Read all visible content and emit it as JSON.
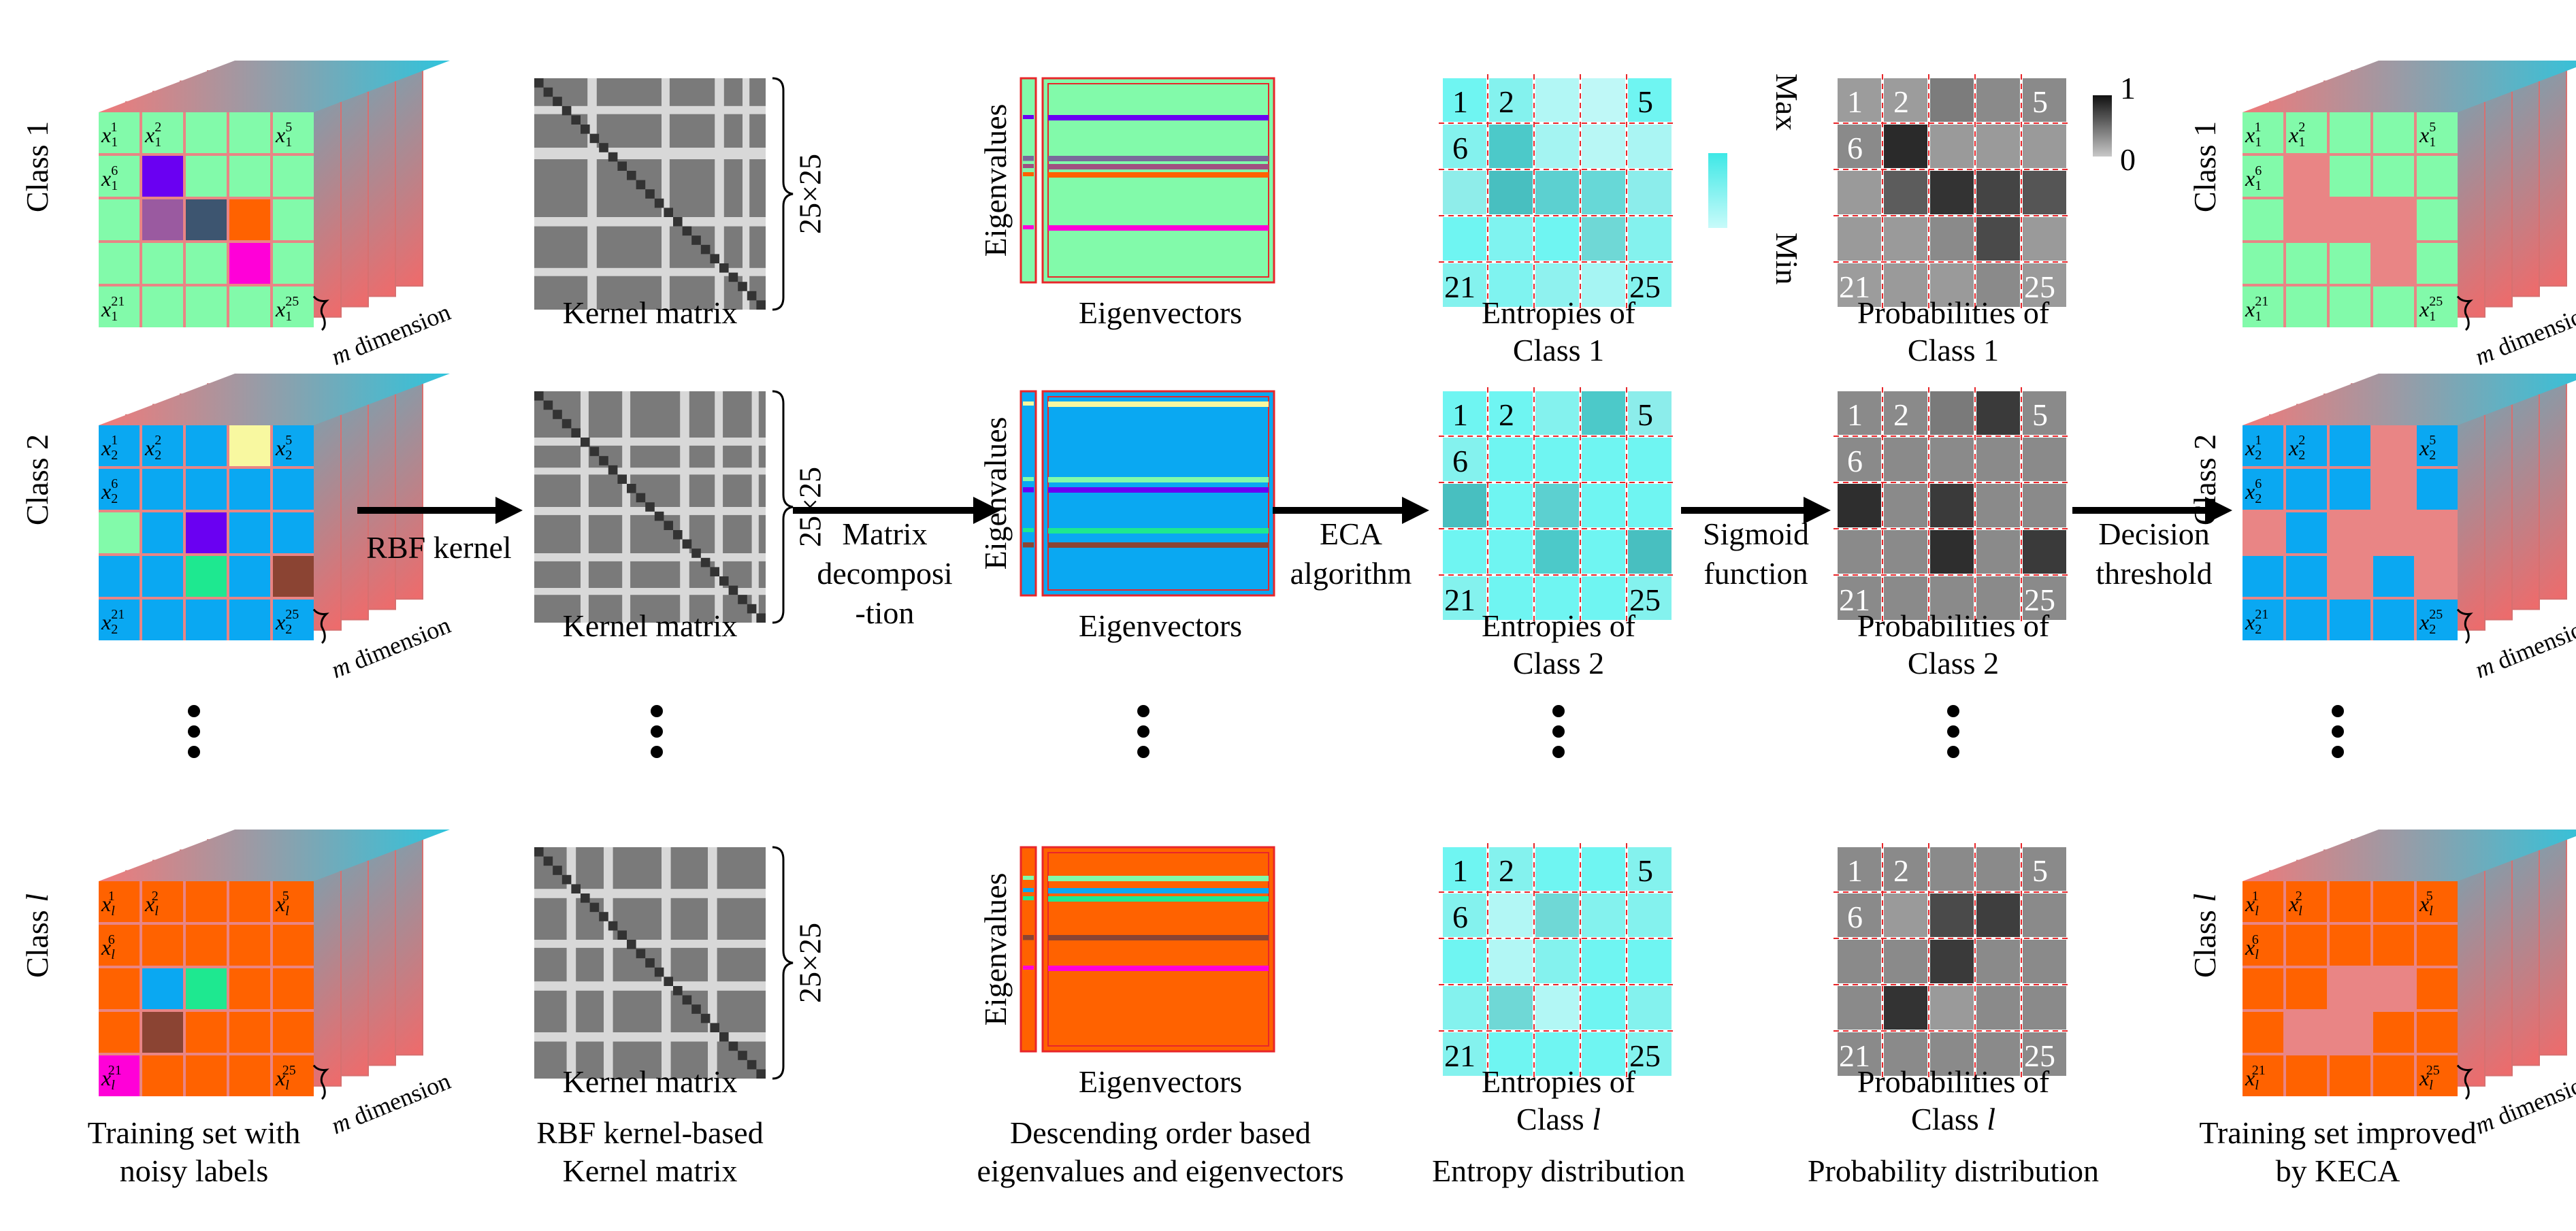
{
  "rows": [
    {
      "class_label": "Class 1",
      "class_symbol": "",
      "cube_color": "#82FAAA",
      "noisy": [
        [
          1,
          1,
          "#6A00F2"
        ],
        [
          2,
          1,
          "#9A5AA0"
        ],
        [
          2,
          2,
          "#3D5570"
        ],
        [
          2,
          3,
          "#FF6200"
        ],
        [
          3,
          3,
          "#FF00D8"
        ]
      ],
      "removed": [
        [
          1,
          1
        ],
        [
          2,
          1
        ],
        [
          2,
          2
        ],
        [
          3,
          3
        ],
        [
          2,
          3
        ]
      ],
      "cell_labels": {
        "x1": "x",
        "s1": "1",
        "p1": "1",
        "s2": "1",
        "p2": "2",
        "s5": "1",
        "p5": "5",
        "s6": "1",
        "p6": "6",
        "s21": "1",
        "p21": "21",
        "s25": "1",
        "p25": "25"
      },
      "eig_main": "#82FAAA",
      "eig_bands": [
        [
          "#6A00F2",
          0.18,
          0.02
        ],
        [
          "#7A6A9A",
          0.38,
          0.025
        ],
        [
          "#A05080",
          0.42,
          0.02
        ],
        [
          "#FF6200",
          0.46,
          0.02
        ],
        [
          "#FF00D8",
          0.72,
          0.02
        ]
      ],
      "entropy": [
        [
          "#6FF5F2",
          "#84F2EE",
          "#B2F7F5",
          "#BFF8F7",
          "#6FF5F2"
        ],
        [
          "#84F2EE",
          "#4CC9C9",
          "#A4F4F2",
          "#B8F7F5",
          "#AAF5F3"
        ],
        [
          "#8FEDEA",
          "#48BFC0",
          "#5CD0D0",
          "#67D8D7",
          "#8CEDEB"
        ],
        [
          "#6FF5F2",
          "#7FF3F0",
          "#6FF5F2",
          "#6FD8D6",
          "#84F2EE"
        ],
        [
          "#84F2EE",
          "#7FF3F0",
          "#8FF2EF",
          "#A6F5F3",
          "#84F2EE"
        ]
      ],
      "prob": [
        [
          "#9C9C9C",
          "#9C9C9C",
          "#7C7C7C",
          "#8A8A8A",
          "#8A8A8A"
        ],
        [
          "#8A8A8A",
          "#2A2A2A",
          "#9A9A9A",
          "#9A9A9A",
          "#9A9A9A"
        ],
        [
          "#9A9A9A",
          "#5C5C5C",
          "#333333",
          "#444444",
          "#555555"
        ],
        [
          "#9A9A9A",
          "#9A9A9A",
          "#8A8A8A",
          "#4A4A4A",
          "#9A9A9A"
        ],
        [
          "#9C9C9C",
          "#9A9A9A",
          "#9A9A9A",
          "#8A8A8A",
          "#9A9A9A"
        ]
      ]
    },
    {
      "class_label": "Class 2",
      "class_symbol": "",
      "cube_color": "#0AA8F2",
      "noisy": [
        [
          0,
          3,
          "#F8F8A0"
        ],
        [
          2,
          0,
          "#82FAAA"
        ],
        [
          2,
          2,
          "#6A00F2"
        ],
        [
          3,
          2,
          "#1EE890"
        ],
        [
          3,
          4,
          "#8B4433"
        ]
      ],
      "removed": [
        [
          0,
          3
        ],
        [
          2,
          0
        ],
        [
          2,
          2
        ],
        [
          3,
          2
        ],
        [
          3,
          4
        ],
        [
          1,
          3
        ],
        [
          2,
          3
        ],
        [
          2,
          4
        ]
      ],
      "cell_labels": {
        "x1": "x",
        "s1": "2",
        "p1": "1",
        "s2": "2",
        "p2": "2",
        "s5": "2",
        "p5": "5",
        "s6": "2",
        "p6": "6",
        "s21": "2",
        "p21": "21",
        "s25": "2",
        "p25": "25"
      },
      "eig_main": "#0AA8F2",
      "eig_bands": [
        [
          "#F8F8A0",
          0.05,
          0.02
        ],
        [
          "#82FAAA",
          0.42,
          0.02
        ],
        [
          "#6A00F2",
          0.47,
          0.025
        ],
        [
          "#1EE890",
          0.67,
          0.02
        ],
        [
          "#8B4433",
          0.74,
          0.025
        ]
      ],
      "entropy": [
        [
          "#6FF5F2",
          "#6FF5F2",
          "#84F2EE",
          "#4CC9C9",
          "#8CEDEB"
        ],
        [
          "#84F2EE",
          "#6FF5F2",
          "#6FF5F2",
          "#6FF5F2",
          "#6FF5F2"
        ],
        [
          "#48BFC0",
          "#6FF5F2",
          "#5CD0D0",
          "#6FF5F2",
          "#6FF5F2"
        ],
        [
          "#6FF5F2",
          "#6FF5F2",
          "#4CC9C9",
          "#6FF5F2",
          "#48BFC0"
        ],
        [
          "#84F2EE",
          "#6FF5F2",
          "#6FF5F2",
          "#6FF5F2",
          "#84F2EE"
        ]
      ],
      "prob": [
        [
          "#8A8A8A",
          "#8A8A8A",
          "#7A7A7A",
          "#3A3A3A",
          "#8A8A8A"
        ],
        [
          "#8A8A8A",
          "#8A8A8A",
          "#8A8A8A",
          "#8A8A8A",
          "#8A8A8A"
        ],
        [
          "#2E2E2E",
          "#8A8A8A",
          "#3A3A3A",
          "#8A8A8A",
          "#8A8A8A"
        ],
        [
          "#8A8A8A",
          "#8A8A8A",
          "#2E2E2E",
          "#8A8A8A",
          "#3A3A3A"
        ],
        [
          "#8A8A8A",
          "#8A8A8A",
          "#8A8A8A",
          "#8A8A8A",
          "#8A8A8A"
        ]
      ]
    },
    {
      "class_label": "Class",
      "class_symbol": "l",
      "cube_color": "#FF6200",
      "noisy": [
        [
          2,
          1,
          "#0AA8F2"
        ],
        [
          2,
          2,
          "#1EE890"
        ],
        [
          3,
          1,
          "#8B4433"
        ],
        [
          4,
          0,
          "#FF00D8"
        ]
      ],
      "removed": [
        [
          2,
          2
        ],
        [
          2,
          3
        ],
        [
          3,
          1
        ],
        [
          3,
          2
        ]
      ],
      "cell_labels": {
        "x1": "x",
        "s1": "l",
        "p1": "1",
        "s2": "l",
        "p2": "2",
        "s5": "l",
        "p5": "5",
        "s6": "l",
        "p6": "6",
        "s21": "l",
        "p21": "21",
        "s25": "l",
        "p25": "25"
      },
      "eig_main": "#FF6200",
      "eig_bands": [
        [
          "#82FAAA",
          0.14,
          0.02
        ],
        [
          "#0AA8F2",
          0.2,
          0.02
        ],
        [
          "#1EE890",
          0.24,
          0.02
        ],
        [
          "#8B4433",
          0.43,
          0.025
        ],
        [
          "#FF00D8",
          0.58,
          0.02
        ]
      ],
      "entropy": [
        [
          "#6FF5F2",
          "#84F2EE",
          "#6FF5F2",
          "#6FF5F2",
          "#84F2EE"
        ],
        [
          "#84F2EE",
          "#B2F7F5",
          "#6FD8D6",
          "#84F2EE",
          "#84F2EE"
        ],
        [
          "#6FF5F2",
          "#B2F7F5",
          "#84F2EE",
          "#6FF5F2",
          "#6FF5F2"
        ],
        [
          "#84F2EE",
          "#6FD8D6",
          "#B2F7F5",
          "#6FF5F2",
          "#84F2EE"
        ],
        [
          "#84F2EE",
          "#6FF5F2",
          "#6FF5F2",
          "#6FF5F2",
          "#84F2EE"
        ]
      ],
      "prob": [
        [
          "#8A8A8A",
          "#8A8A8A",
          "#8A8A8A",
          "#8A8A8A",
          "#8A8A8A"
        ],
        [
          "#8A8A8A",
          "#9A9A9A",
          "#4A4A4A",
          "#3E3E3E",
          "#8A8A8A"
        ],
        [
          "#8A8A8A",
          "#8A8A8A",
          "#3A3A3A",
          "#8A8A8A",
          "#8A8A8A"
        ],
        [
          "#8A8A8A",
          "#333333",
          "#9A9A9A",
          "#8A8A8A",
          "#8A8A8A"
        ],
        [
          "#8A8A8A",
          "#8A8A8A",
          "#8A8A8A",
          "#8A8A8A",
          "#8A8A8A"
        ]
      ]
    }
  ],
  "m_dimension": {
    "m": "m",
    "word": "dimension"
  },
  "kernel_caption": "Kernel matrix",
  "kernel_size": "25×25",
  "eigenvalues_label": "Eigenvalues",
  "eigenvectors_label": "Eigenvectors",
  "entropies_of": "Entropies of",
  "probabilities_of": "Probabilities of",
  "class_word": "Class",
  "class_1": "1",
  "class_2": "2",
  "class_l": "l",
  "cell_numbers": {
    "n1": "1",
    "n2": "2",
    "n5": "5",
    "n6": "6",
    "n21": "21",
    "n25": "25"
  },
  "entropy_scale": {
    "max": "Max",
    "min": "Min"
  },
  "prob_scale": {
    "top": "1",
    "bottom": "0"
  },
  "arrows": {
    "a1": "RBF kernel",
    "a2": [
      "Matrix",
      "decomposi",
      "-tion"
    ],
    "a3": [
      "ECA",
      "algorithm"
    ],
    "a4": [
      "Sigmoid",
      "function"
    ],
    "a5": [
      "Decision",
      "threshold"
    ]
  },
  "bottom_captions": {
    "c1": [
      "Training set with",
      "noisy labels"
    ],
    "c2": [
      "RBF kernel-based",
      "Kernel matrix"
    ],
    "c3": [
      "Descending order based",
      "eigenvalues and eigenvectors"
    ],
    "c4": "Entropy distribution",
    "c5": "Probability distribution",
    "c6": [
      "Training set improved",
      "by KECA"
    ]
  },
  "colors": {
    "cube_side_top": "#3BC6D8",
    "cube_side_bottom": "#F07070",
    "grid_gray": "#7A7A7A",
    "grid_light": "#D8D8D8",
    "red_dash": "#E8262A"
  }
}
